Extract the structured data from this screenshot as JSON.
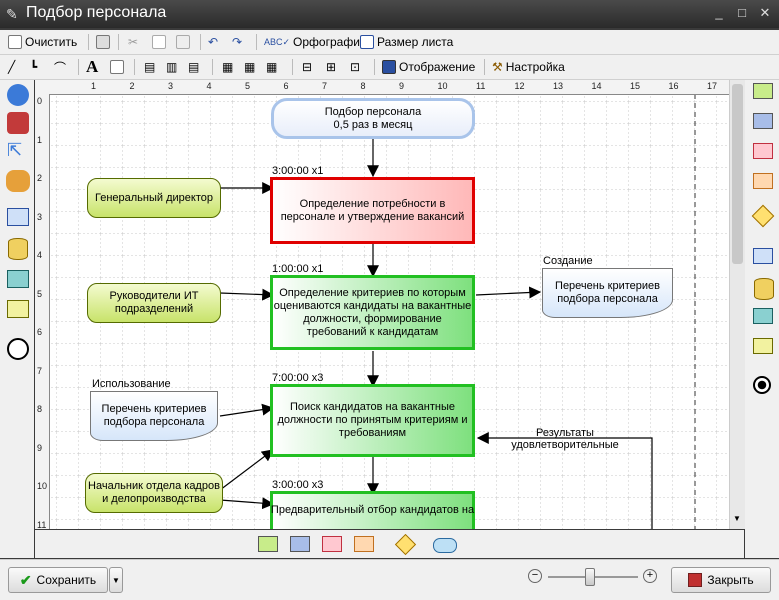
{
  "window": {
    "title": "Подбор персонала"
  },
  "toolbar1": {
    "clear": "Очистить",
    "spelling": "Орфография",
    "page_size": "Размер листа"
  },
  "toolbar2": {
    "display": "Отображение",
    "settings": "Настройка"
  },
  "ruler": {
    "h_ticks": [
      "1",
      "2",
      "3",
      "4",
      "5",
      "6",
      "7",
      "8",
      "9",
      "10",
      "11",
      "12",
      "13",
      "14",
      "15",
      "16",
      "17"
    ],
    "v_ticks": [
      "0",
      "1",
      "2",
      "3",
      "4",
      "5",
      "6",
      "7",
      "8",
      "9",
      "10",
      "11"
    ]
  },
  "diagram": {
    "start": "Подбор персонала\n0,5 раз в месяц",
    "roles": [
      "Генеральный директор",
      "Руководители ИТ подразделений",
      "Начальник отдела кадров и делопроизводства"
    ],
    "processes": [
      {
        "time": "3:00:00 x1",
        "text": "Определение потребности в персонале и утверждение вакансий"
      },
      {
        "time": "1:00:00 x1",
        "text": "Определение критериев по которым оцениваются кандидаты на вакантные должности, формирование требований к кандидатам"
      },
      {
        "time": "7:00:00 x3",
        "text": "Поиск кандидатов на вакантные должности по принятым критериям и требованиям"
      },
      {
        "time": "3:00:00 x3",
        "text": "Предварительный отбор кандидатов на"
      }
    ],
    "docs": [
      {
        "label": "Создание",
        "text": "Перечень критериев подбора персонала"
      },
      {
        "label": "Использование",
        "text": "Перечень критериев подбора персонала"
      }
    ],
    "edge_label": "Результаты удовлетворительные"
  },
  "status": {
    "save": "Сохранить",
    "close": "Закрыть",
    "zoom": 0.45
  }
}
